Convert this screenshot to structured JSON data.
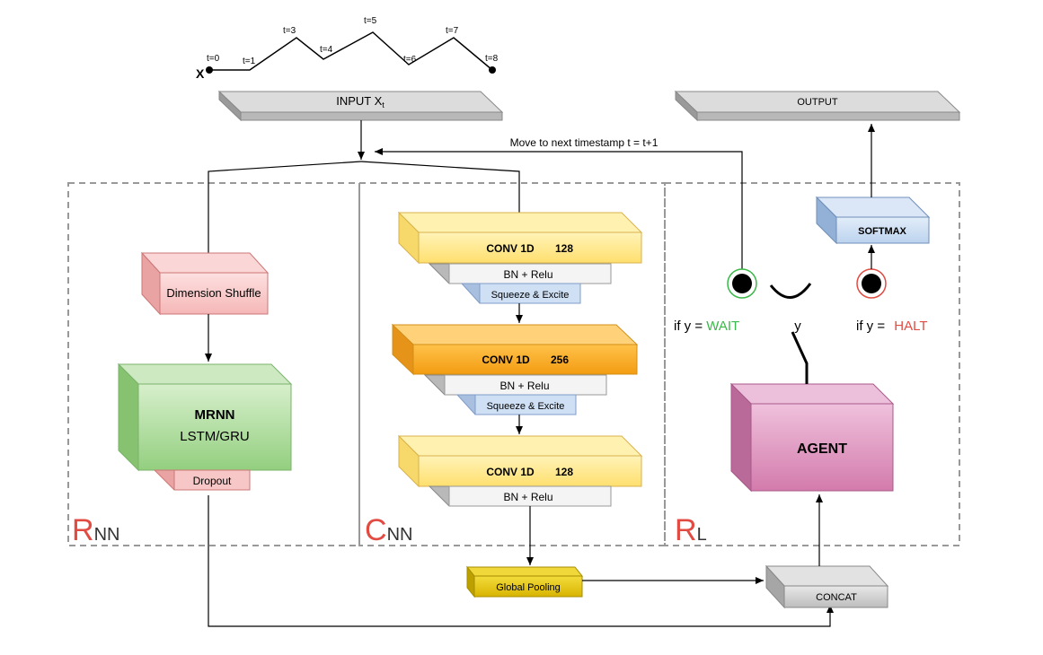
{
  "timeline": {
    "start_label": "X",
    "steps": [
      "t=0",
      "t=1",
      "t=3",
      "t=4",
      "t=5",
      "t=6",
      "t=7",
      "t=8"
    ]
  },
  "blocks": {
    "input": {
      "main": "INPUT X",
      "sub": "t"
    },
    "output": "OUTPUT",
    "softmax": "SOFTMAX",
    "dimension_shuffle": "Dimension Shuffle",
    "mrnn_title": "MRNN",
    "mrnn_sub": "LSTM/GRU",
    "dropout": "Dropout",
    "conv1": {
      "name": "CONV 1D",
      "filters": "128"
    },
    "conv2": {
      "name": "CONV 1D",
      "filters": "256"
    },
    "conv3": {
      "name": "CONV 1D",
      "filters": "128"
    },
    "bn_relu": "BN + Relu",
    "squeeze_excite": "Squeeze & Excite",
    "global_pooling": "Global Pooling",
    "concat": "CONCAT",
    "agent": "AGENT"
  },
  "labels": {
    "next_timestamp": "Move to next timestamp t = t+1",
    "wait_prefix": "if y = ",
    "wait": "WAIT",
    "halt_prefix": "if y = ",
    "halt": "HALT",
    "switch_var": "y"
  },
  "regions": {
    "rnn": {
      "big": "R",
      "small": "NN"
    },
    "cnn": {
      "big": "C",
      "small": "NN"
    },
    "rl": {
      "big": "R",
      "small": "L"
    }
  },
  "colors": {
    "accent_red": "#e14b42",
    "wait_green": "#3bb84a",
    "halt_red": "#e14b42",
    "conv_yellow": "#ffe58a",
    "conv_orange": "#f5a623",
    "mrnn_green": "#a8d89a",
    "shuffle_pink": "#f8c8c8",
    "agent_magenta": "#dd8fbb",
    "softmax_blue": "#c9dcf0",
    "pool_gold": "#e6c400",
    "gray_block": "#c8c8c8"
  }
}
